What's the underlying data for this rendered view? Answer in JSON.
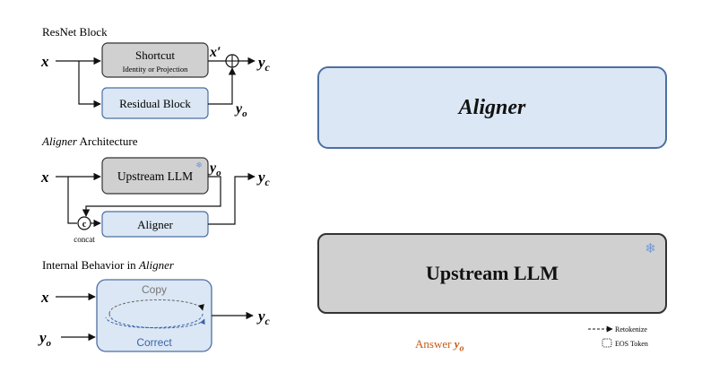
{
  "panel_resnet": {
    "title": "ResNet Block",
    "input_label": "x",
    "shortcut_label": "Shortcut",
    "shortcut_sub": "Identity or Projection",
    "residual_label": "Residual Block",
    "mid_label": "x′",
    "out_label_base": "y",
    "out_label_sub": "c",
    "res_out_base": "y",
    "res_out_sub": "o"
  },
  "panel_arch": {
    "title_italic": "Aligner",
    "title_rest": " Architecture",
    "input_label": "x",
    "upstream_label": "Upstream LLM",
    "yo_base": "y",
    "yo_sub": "o",
    "out_base": "y",
    "out_sub": "c",
    "concat_symbol": "c",
    "concat_label": "concat",
    "aligner_label": "Aligner",
    "frozen_icon": "snowflake-icon",
    "frozen_glyph": "❄"
  },
  "panel_behavior": {
    "title_prefix": "Internal Behavior in ",
    "title_italic": "Aligner",
    "input_x": "x",
    "input_yo_base": "y",
    "input_yo_sub": "o",
    "copy_label": "Copy",
    "correct_label": "Correct",
    "out_base": "y",
    "out_sub": "c"
  },
  "right": {
    "aligner_label": "Aligner",
    "upstream_label": "Upstream LLM",
    "frozen_glyph": "❄",
    "answer_prefix": "Answer ",
    "answer_var": "y",
    "answer_sub": "o"
  },
  "legend": {
    "retokenize_label": "Retokenize",
    "eos_label": "EOS Token"
  },
  "colors": {
    "aligner_fill": "#dbe7f4",
    "aligner_border": "#4d6fa3",
    "llm_fill": "#d0d0d0",
    "accent_blue": "#3b63a8",
    "answer_orange": "#c65a14",
    "snowflake": "#6f9ad6"
  }
}
